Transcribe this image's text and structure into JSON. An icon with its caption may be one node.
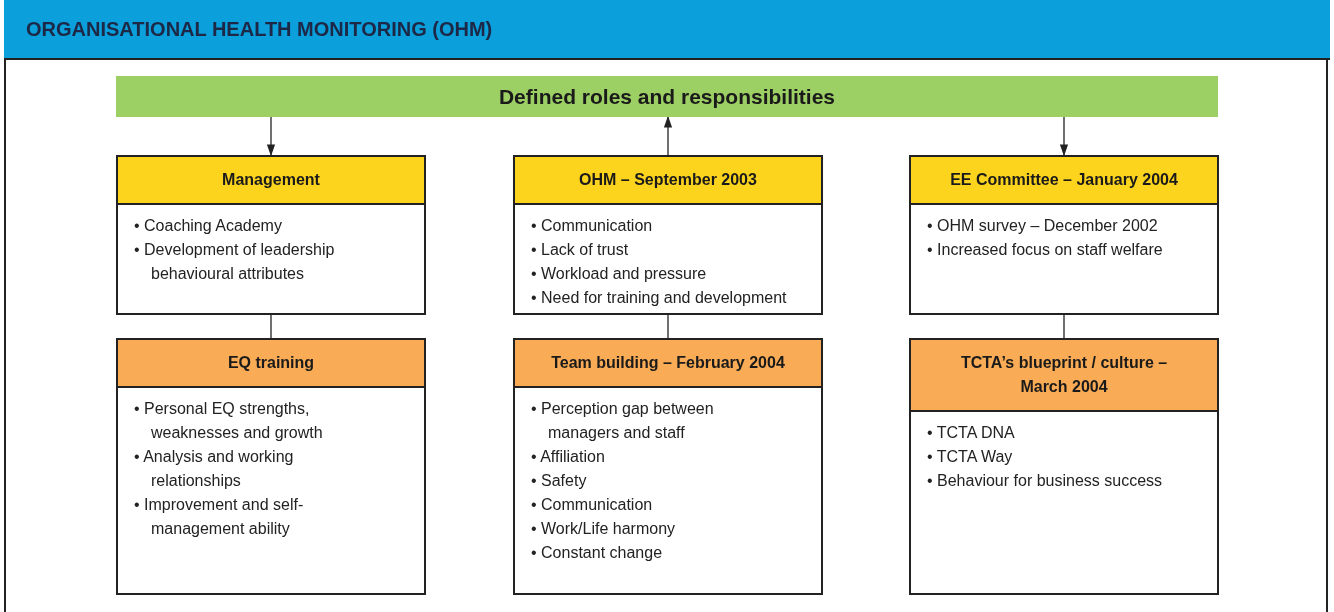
{
  "diagram": {
    "title": "ORGANISATIONAL HEALTH MONITORING (OHM)",
    "nodes": [
      {
        "text": [
          "Defined roles and responsibilities"
        ]
      },
      {
        "text": [
          "Management",
          "• Coaching Academy",
          "• Development of leadership behavioural attributes"
        ]
      },
      {
        "text": [
          "OHM – September 2003",
          "• Communication",
          "• Lack of trust",
          "• Workload and pressure",
          "• Need for training and development"
        ]
      },
      {
        "text": [
          "EE Committee – January 2004",
          "• OHM survey – December 2002",
          "• Increased focus on staff welfare"
        ]
      },
      {
        "text": [
          "EQ training",
          "• Personal EQ strengths, weaknesses and growth",
          "• Analysis and working relationships",
          "• Improvement and self-management ability"
        ]
      },
      {
        "text": [
          "Team building – February 2004",
          "• Perception gap between managers and staff",
          "• Affiliation",
          "• Safety",
          "• Communication",
          "• Work/Life harmony",
          "• Constant change"
        ]
      },
      {
        "text": [
          "TCTA’s blueprint / culture – March 2004",
          "• TCTA DNA",
          "• TCTA Way",
          "• Behaviour for business success"
        ]
      }
    ],
    "edges": [
      {
        "from": 0,
        "to": 1,
        "arrow": "to"
      },
      {
        "from": 2,
        "to": 0,
        "arrow": "to"
      },
      {
        "from": 0,
        "to": 3,
        "arrow": "to"
      },
      {
        "from": 1,
        "to": 4,
        "arrow": "none"
      },
      {
        "from": 2,
        "to": 5,
        "arrow": "none"
      },
      {
        "from": 3,
        "to": 6,
        "arrow": "none"
      }
    ]
  }
}
